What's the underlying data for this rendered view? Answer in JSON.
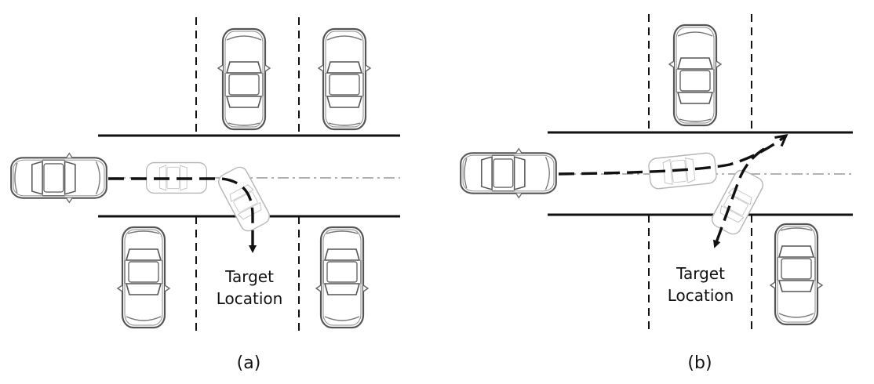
{
  "panel_a": {
    "caption": "(a)",
    "target_line1": "Target",
    "target_line2": "Location"
  },
  "panel_b": {
    "caption": "(b)",
    "target_line1": "Target",
    "target_line2": "Location"
  },
  "colors": {
    "line": "#111111",
    "centerline": "#9a9a9a",
    "car_body": "#ffffff",
    "car_outline": "#555555",
    "ghost_outline": "#b5b5b5"
  }
}
